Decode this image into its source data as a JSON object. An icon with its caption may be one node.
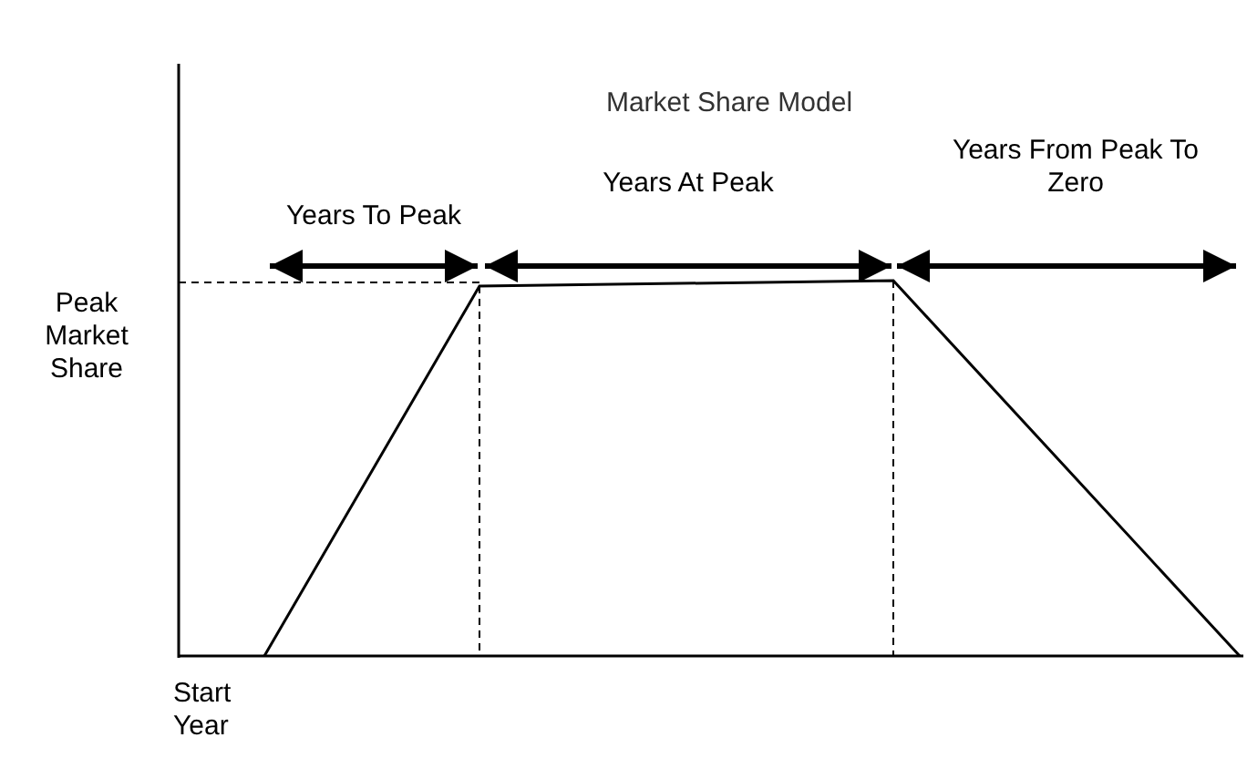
{
  "diagram": {
    "title": "Market Share Model",
    "labels": [
      "Years To Peak",
      "Years At Peak",
      "Years From Peak To Zero",
      "Peak Market Share",
      "Start Year"
    ]
  }
}
